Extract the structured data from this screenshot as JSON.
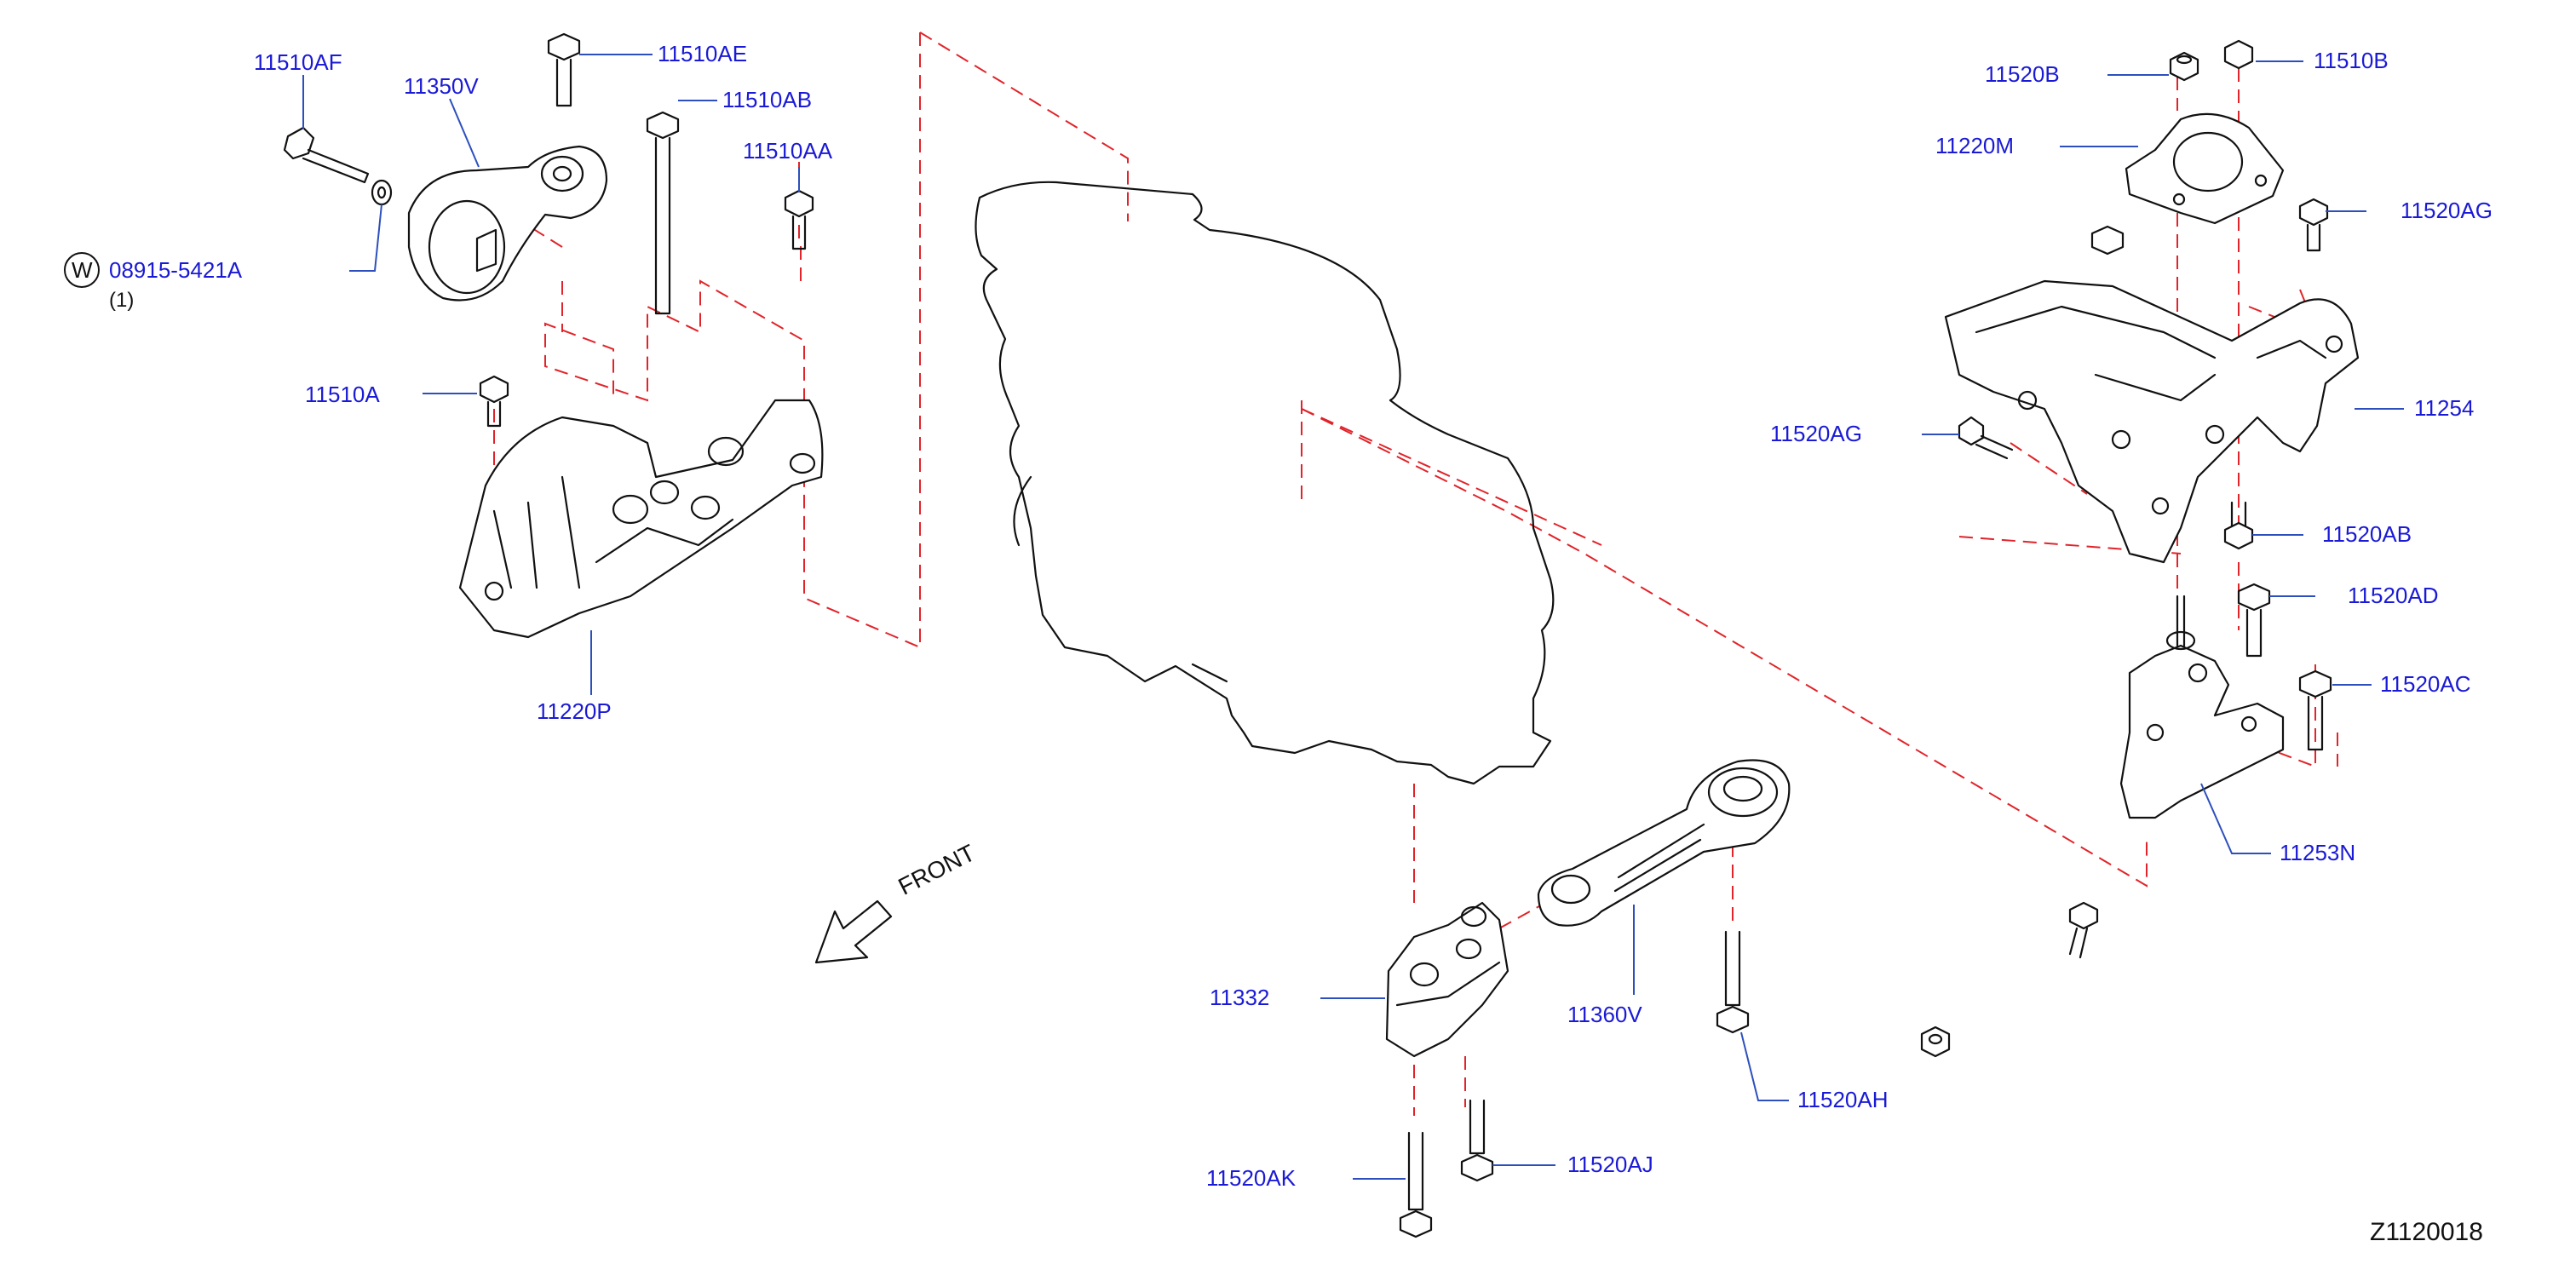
{
  "colors": {
    "label": "#1a1ad6",
    "leader": "#2c4fbd",
    "centerline": "#e0242a",
    "part_outline": "#111111"
  },
  "diagram_id": "Z1120018",
  "front_label": "FRONT",
  "washer_symbol": "W",
  "labels": {
    "p11510AF": "11510AF",
    "p11350V": "11350V",
    "p11510AE": "11510AE",
    "p11510AB": "11510AB",
    "p11510AA": "11510AA",
    "p08915": "08915-5421A",
    "p08915_qty": "(1)",
    "p11510A": "11510A",
    "p11220P": "11220P",
    "p11520B": "11520B",
    "p11510B": "11510B",
    "p11220M": "11220M",
    "p11520AG_top": "11520AG",
    "p11254": "11254",
    "p11520AG_left": "11520AG",
    "p11520AB": "11520AB",
    "p11520AD": "11520AD",
    "p11520AC": "11520AC",
    "p11253N": "11253N",
    "p11332": "11332",
    "p11360V": "11360V",
    "p11520AH": "11520AH",
    "p11520AK": "11520AK",
    "p11520AJ": "11520AJ"
  }
}
